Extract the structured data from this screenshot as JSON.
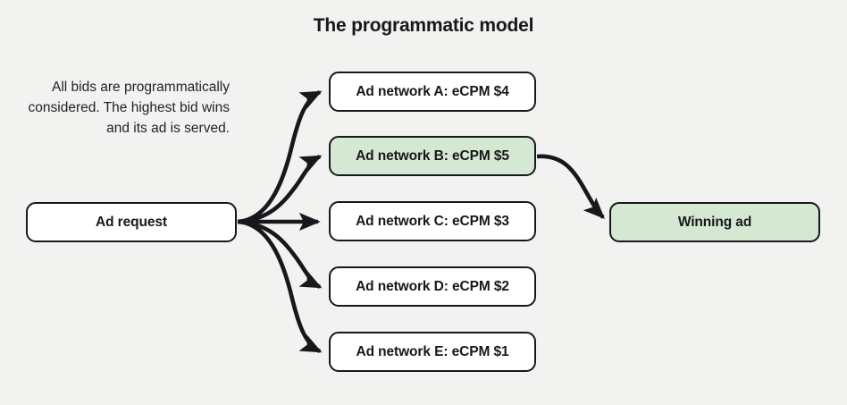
{
  "page": {
    "title": "The programmatic model",
    "background_color": "#f2f2f1",
    "text_color": "#16181c",
    "highlight_color": "#d5e8d1",
    "border_color": "#16181c"
  },
  "description": {
    "text": "All bids are programmatically considered. The highest bid wins and its ad is served."
  },
  "source": {
    "label": "Ad request"
  },
  "networks": [
    {
      "label": "Ad network A: eCPM $4",
      "name": "Ad network A",
      "ecpm": "$4",
      "highlighted": false
    },
    {
      "label": "Ad network B: eCPM $5",
      "name": "Ad network B",
      "ecpm": "$5",
      "highlighted": true
    },
    {
      "label": "Ad network C: eCPM $3",
      "name": "Ad network C",
      "ecpm": "$3",
      "highlighted": false
    },
    {
      "label": "Ad network D: eCPM $2",
      "name": "Ad network D",
      "ecpm": "$2",
      "highlighted": false
    },
    {
      "label": "Ad network E: eCPM $1",
      "name": "Ad network E",
      "ecpm": "$1",
      "highlighted": false
    }
  ],
  "result": {
    "label": "Winning ad",
    "highlighted": true
  },
  "flow": {
    "fan_out_edges": 5,
    "winner_edge_from": "Ad network B: eCPM $5",
    "winner_edge_to": "Winning ad"
  }
}
